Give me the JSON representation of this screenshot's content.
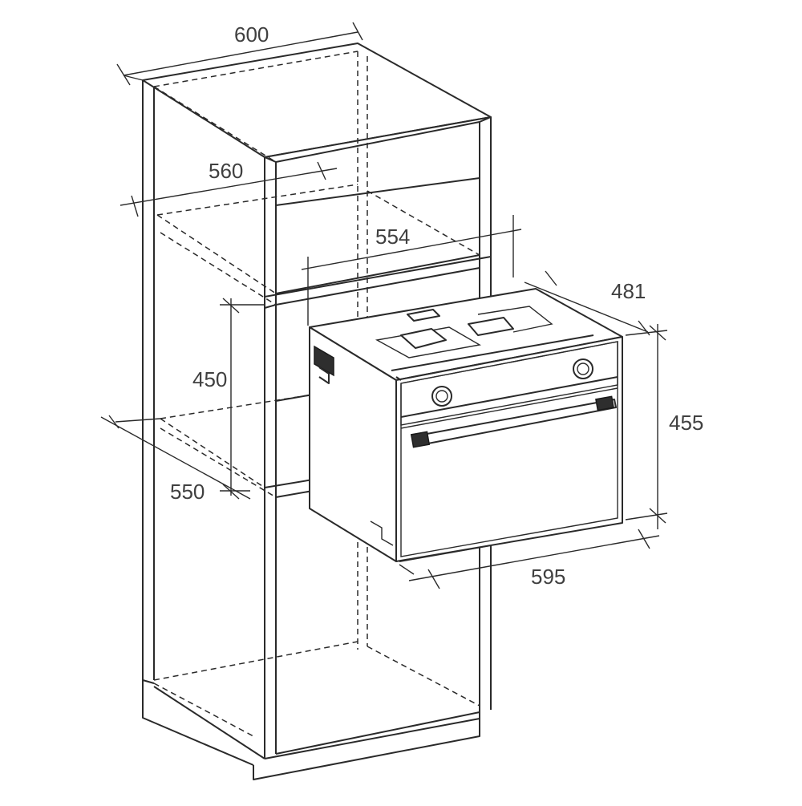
{
  "diagram": {
    "dimensions": {
      "cabinet_width": "600",
      "niche_width": "560",
      "niche_inner_width": "554",
      "niche_height": "450",
      "niche_depth": "550",
      "oven_depth": "481",
      "oven_height": "455",
      "oven_width": "595"
    },
    "colors": {
      "line": "#2a2a2a",
      "label": "#404040",
      "background": "#ffffff"
    }
  }
}
